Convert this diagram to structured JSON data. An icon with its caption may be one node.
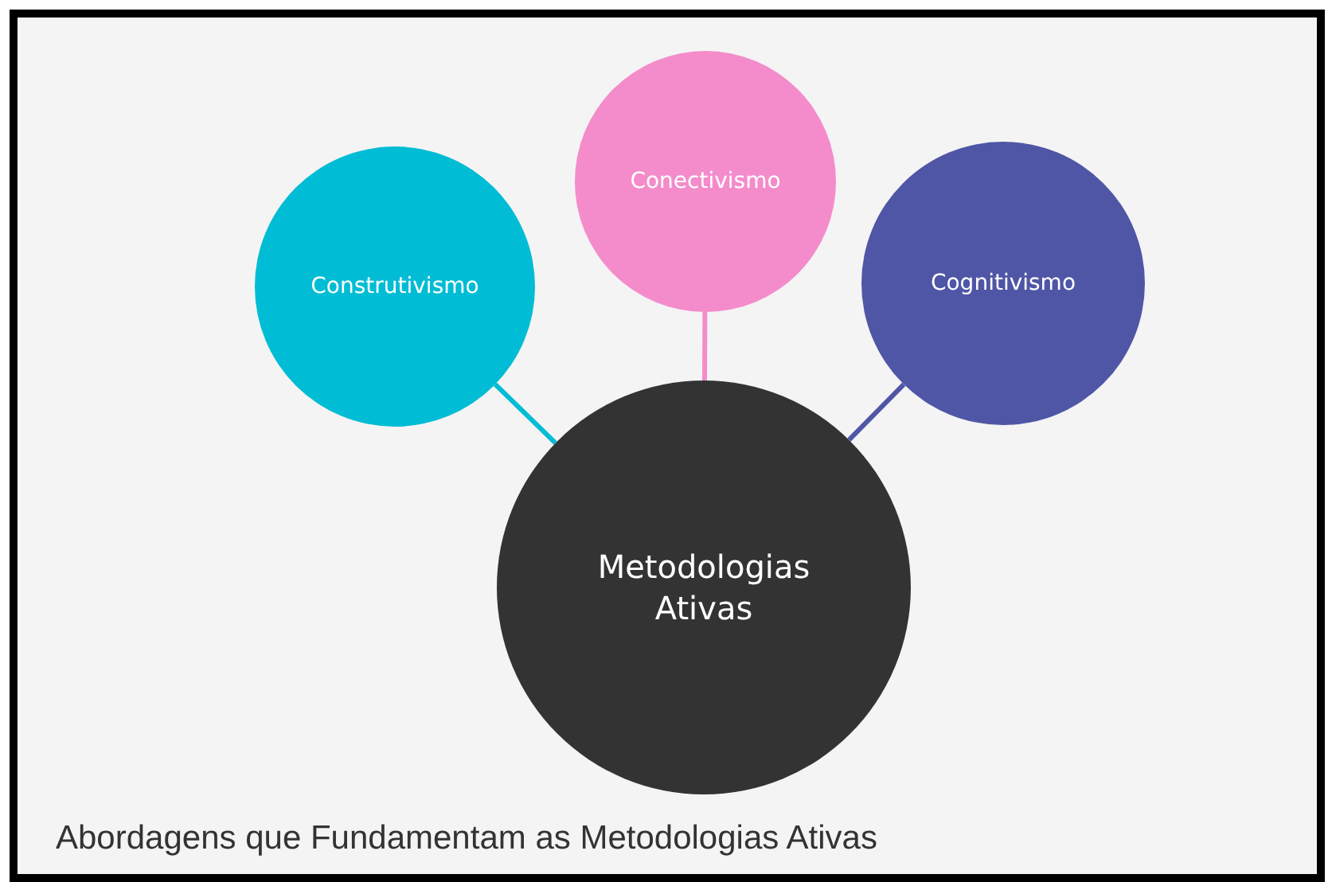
{
  "diagram": {
    "caption": "Abordagens que Fundamentam as Metodologias Ativas",
    "nodes": [
      {
        "text": [
          "Construtivismo"
        ]
      },
      {
        "text": [
          "Conectivismo"
        ]
      },
      {
        "text": [
          "Cognitivismo"
        ]
      },
      {
        "text": [
          "Metodologias Ativas"
        ]
      }
    ],
    "edges": [
      {
        "from": 3,
        "to": 0,
        "arrow": "none",
        "color": "#00bcd4"
      },
      {
        "from": 3,
        "to": 1,
        "arrow": "none",
        "color": "#f48ccb"
      },
      {
        "from": 3,
        "to": 2,
        "arrow": "none",
        "color": "#4f56a6"
      }
    ]
  }
}
